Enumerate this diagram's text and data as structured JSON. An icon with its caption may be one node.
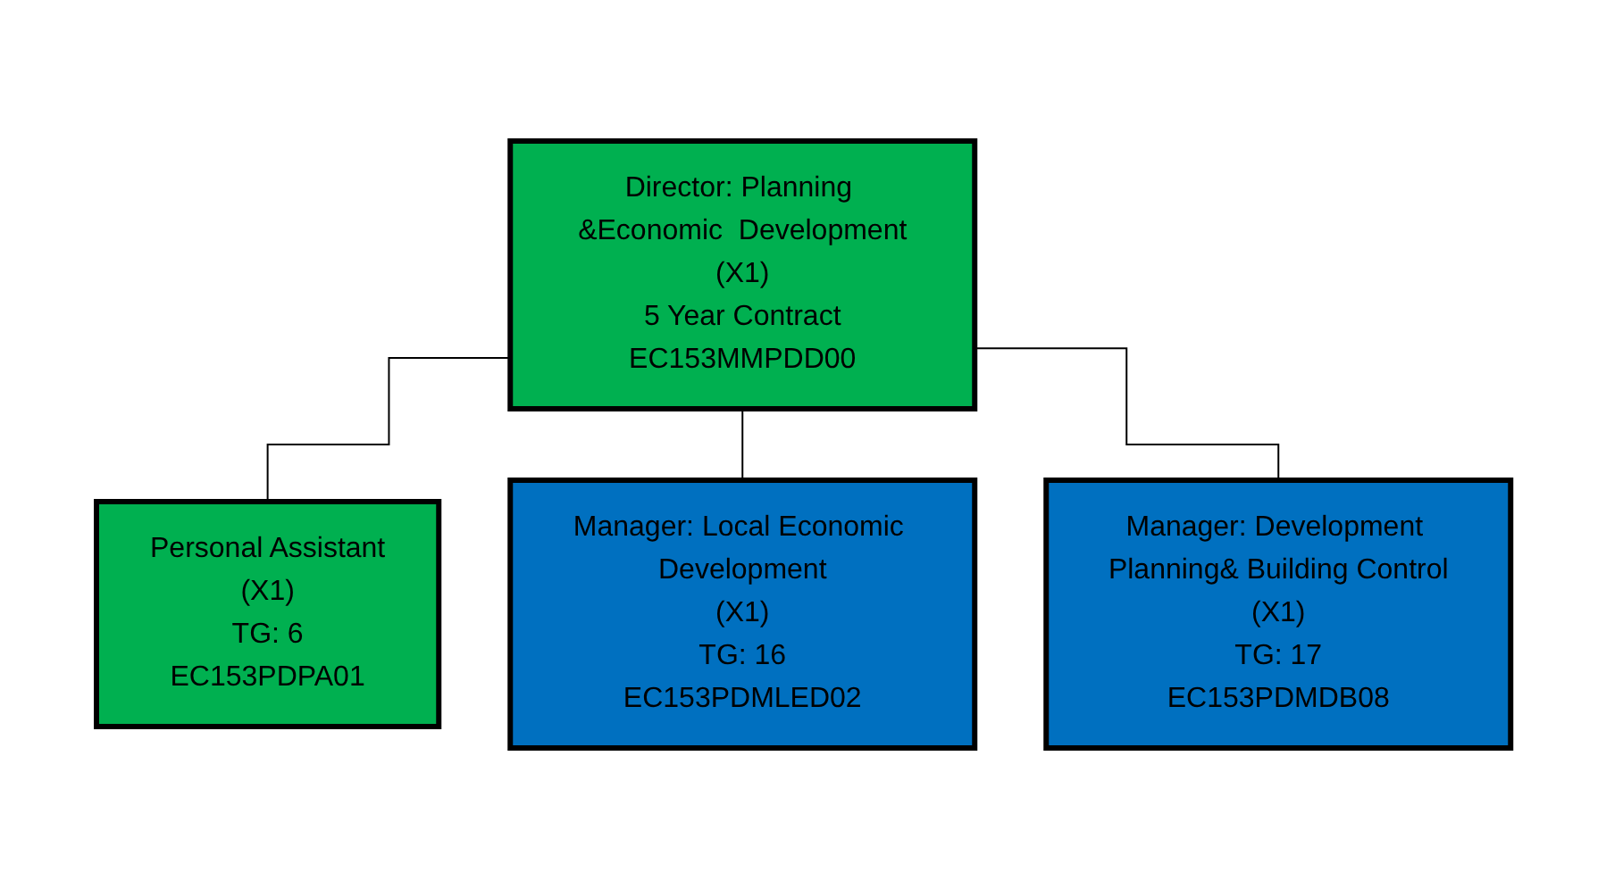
{
  "diagram": {
    "nodes": [
      {
        "text": [
          "Director: Planning &Economic  Development",
          "(X1)",
          "5 Year Contract",
          "EC153MMPDD00"
        ]
      },
      {
        "text": [
          "Personal Assistant",
          "(X1)",
          "TG: 6",
          "EC153PDPA01"
        ]
      },
      {
        "text": [
          "Manager: Local Economic Development",
          "(X1)",
          "TG: 16",
          "EC153PDMLED02"
        ]
      },
      {
        "text": [
          "Manager: Development Planning& Building Control",
          "(X1)",
          "TG: 17",
          "EC153PDMDB08"
        ]
      }
    ],
    "edges": [
      {
        "from": 0,
        "to": 1,
        "arrow": "none"
      },
      {
        "from": 0,
        "to": 2,
        "arrow": "none"
      },
      {
        "from": 0,
        "to": 3,
        "arrow": "none"
      }
    ]
  }
}
